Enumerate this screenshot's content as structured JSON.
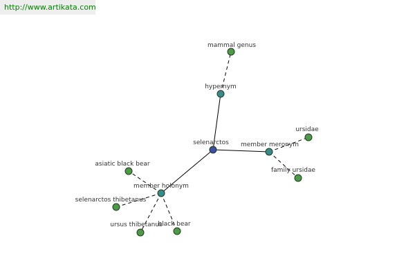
{
  "source_link": "http://www.artikata.com",
  "colors": {
    "root": "#3f4fa0",
    "relation": "#3a8a8a",
    "leaf": "#4f9a48",
    "edge": "#000000",
    "node_stroke": "#1e3a1e"
  },
  "graph": {
    "nodes": [
      {
        "id": "selenarctos",
        "label": "selenarctos",
        "kind": "root"
      },
      {
        "id": "hypernym",
        "label": "hypernym",
        "kind": "relation"
      },
      {
        "id": "member-meronym",
        "label": "member meronym",
        "kind": "relation"
      },
      {
        "id": "member-holonym",
        "label": "member holonym",
        "kind": "relation"
      },
      {
        "id": "mammal-genus",
        "label": "mammal genus",
        "kind": "leaf"
      },
      {
        "id": "ursidae",
        "label": "ursidae",
        "kind": "leaf"
      },
      {
        "id": "family-ursidae",
        "label": "family ursidae",
        "kind": "leaf"
      },
      {
        "id": "asiatic-black-bear",
        "label": "asiatic black bear",
        "kind": "leaf"
      },
      {
        "id": "selenarctos-thibetanus",
        "label": "selenarctos thibetanus",
        "kind": "leaf"
      },
      {
        "id": "ursus-thibetanus",
        "label": "ursus thibetanus",
        "kind": "leaf"
      },
      {
        "id": "black-bear",
        "label": "black bear",
        "kind": "leaf"
      }
    ],
    "edges": [
      {
        "from": "selenarctos",
        "to": "hypernym",
        "style": "solid"
      },
      {
        "from": "selenarctos",
        "to": "member-meronym",
        "style": "solid"
      },
      {
        "from": "selenarctos",
        "to": "member-holonym",
        "style": "solid"
      },
      {
        "from": "hypernym",
        "to": "mammal-genus",
        "style": "dashed"
      },
      {
        "from": "member-meronym",
        "to": "ursidae",
        "style": "dashed"
      },
      {
        "from": "member-meronym",
        "to": "family-ursidae",
        "style": "dashed"
      },
      {
        "from": "member-holonym",
        "to": "asiatic-black-bear",
        "style": "dashed"
      },
      {
        "from": "member-holonym",
        "to": "selenarctos-thibetanus",
        "style": "dashed"
      },
      {
        "from": "member-holonym",
        "to": "ursus-thibetanus",
        "style": "dashed"
      },
      {
        "from": "member-holonym",
        "to": "black-bear",
        "style": "dashed"
      }
    ]
  }
}
